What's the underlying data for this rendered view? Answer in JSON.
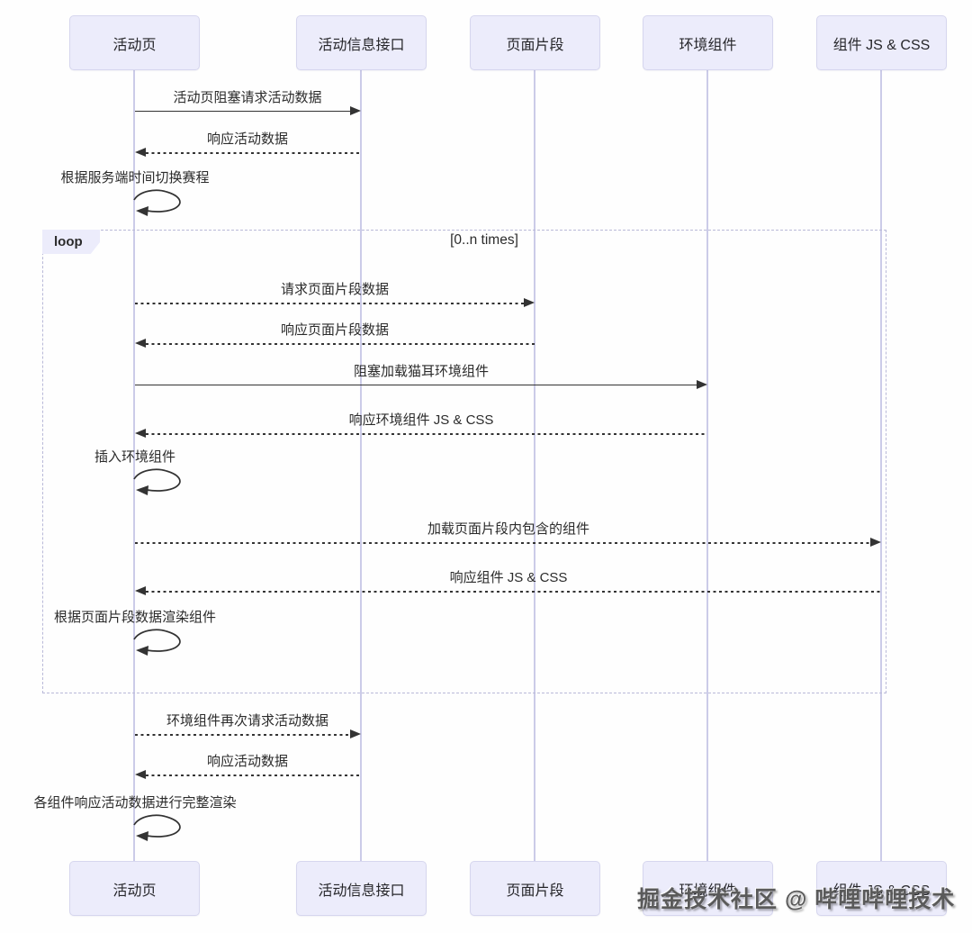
{
  "diagram": {
    "type": "sequence-diagram",
    "actors": [
      {
        "label": "活动页"
      },
      {
        "label": "活动信息接口"
      },
      {
        "label": "页面片段"
      },
      {
        "label": "环境组件"
      },
      {
        "label": "组件 JS & CSS"
      }
    ],
    "messages": [
      {
        "from": "活动页",
        "to": "活动信息接口",
        "style": "solid",
        "label": "活动页阻塞请求活动数据"
      },
      {
        "from": "活动信息接口",
        "to": "活动页",
        "style": "dashed",
        "label": "响应活动数据"
      },
      {
        "from": "活动页",
        "to": "活动页",
        "style": "self",
        "label": "根据服务端时间切换赛程"
      },
      {
        "from": "活动页",
        "to": "页面片段",
        "style": "dashed",
        "label": "请求页面片段数据"
      },
      {
        "from": "页面片段",
        "to": "活动页",
        "style": "dashed",
        "label": "响应页面片段数据"
      },
      {
        "from": "活动页",
        "to": "环境组件",
        "style": "solid",
        "label": "阻塞加载猫耳环境组件"
      },
      {
        "from": "环境组件",
        "to": "活动页",
        "style": "dashed",
        "label": "响应环境组件 JS & CSS"
      },
      {
        "from": "活动页",
        "to": "活动页",
        "style": "self",
        "label": "插入环境组件"
      },
      {
        "from": "活动页",
        "to": "组件 JS & CSS",
        "style": "dashed",
        "label": "加载页面片段内包含的组件"
      },
      {
        "from": "组件 JS & CSS",
        "to": "活动页",
        "style": "dashed",
        "label": "响应组件 JS & CSS"
      },
      {
        "from": "活动页",
        "to": "活动页",
        "style": "self",
        "label": "根据页面片段数据渲染组件"
      },
      {
        "from": "活动页",
        "to": "活动信息接口",
        "style": "dashed",
        "label": "环境组件再次请求活动数据"
      },
      {
        "from": "活动信息接口",
        "to": "活动页",
        "style": "dashed",
        "label": "响应活动数据"
      },
      {
        "from": "活动页",
        "to": "活动页",
        "style": "self",
        "label": "各组件响应活动数据进行完整渲染"
      }
    ],
    "loop_block": {
      "operator": "loop",
      "condition": "[0..n times]"
    },
    "watermark": "掘金技术社区 @ 哔哩哔哩技术",
    "colors": {
      "actor_fill": "#ECECFB",
      "actor_border": "#d6d6ee",
      "lifeline": "#cbcbe8",
      "arrow": "#333333",
      "loop_border": "#b9b9d8",
      "background": "#fefefe"
    }
  }
}
